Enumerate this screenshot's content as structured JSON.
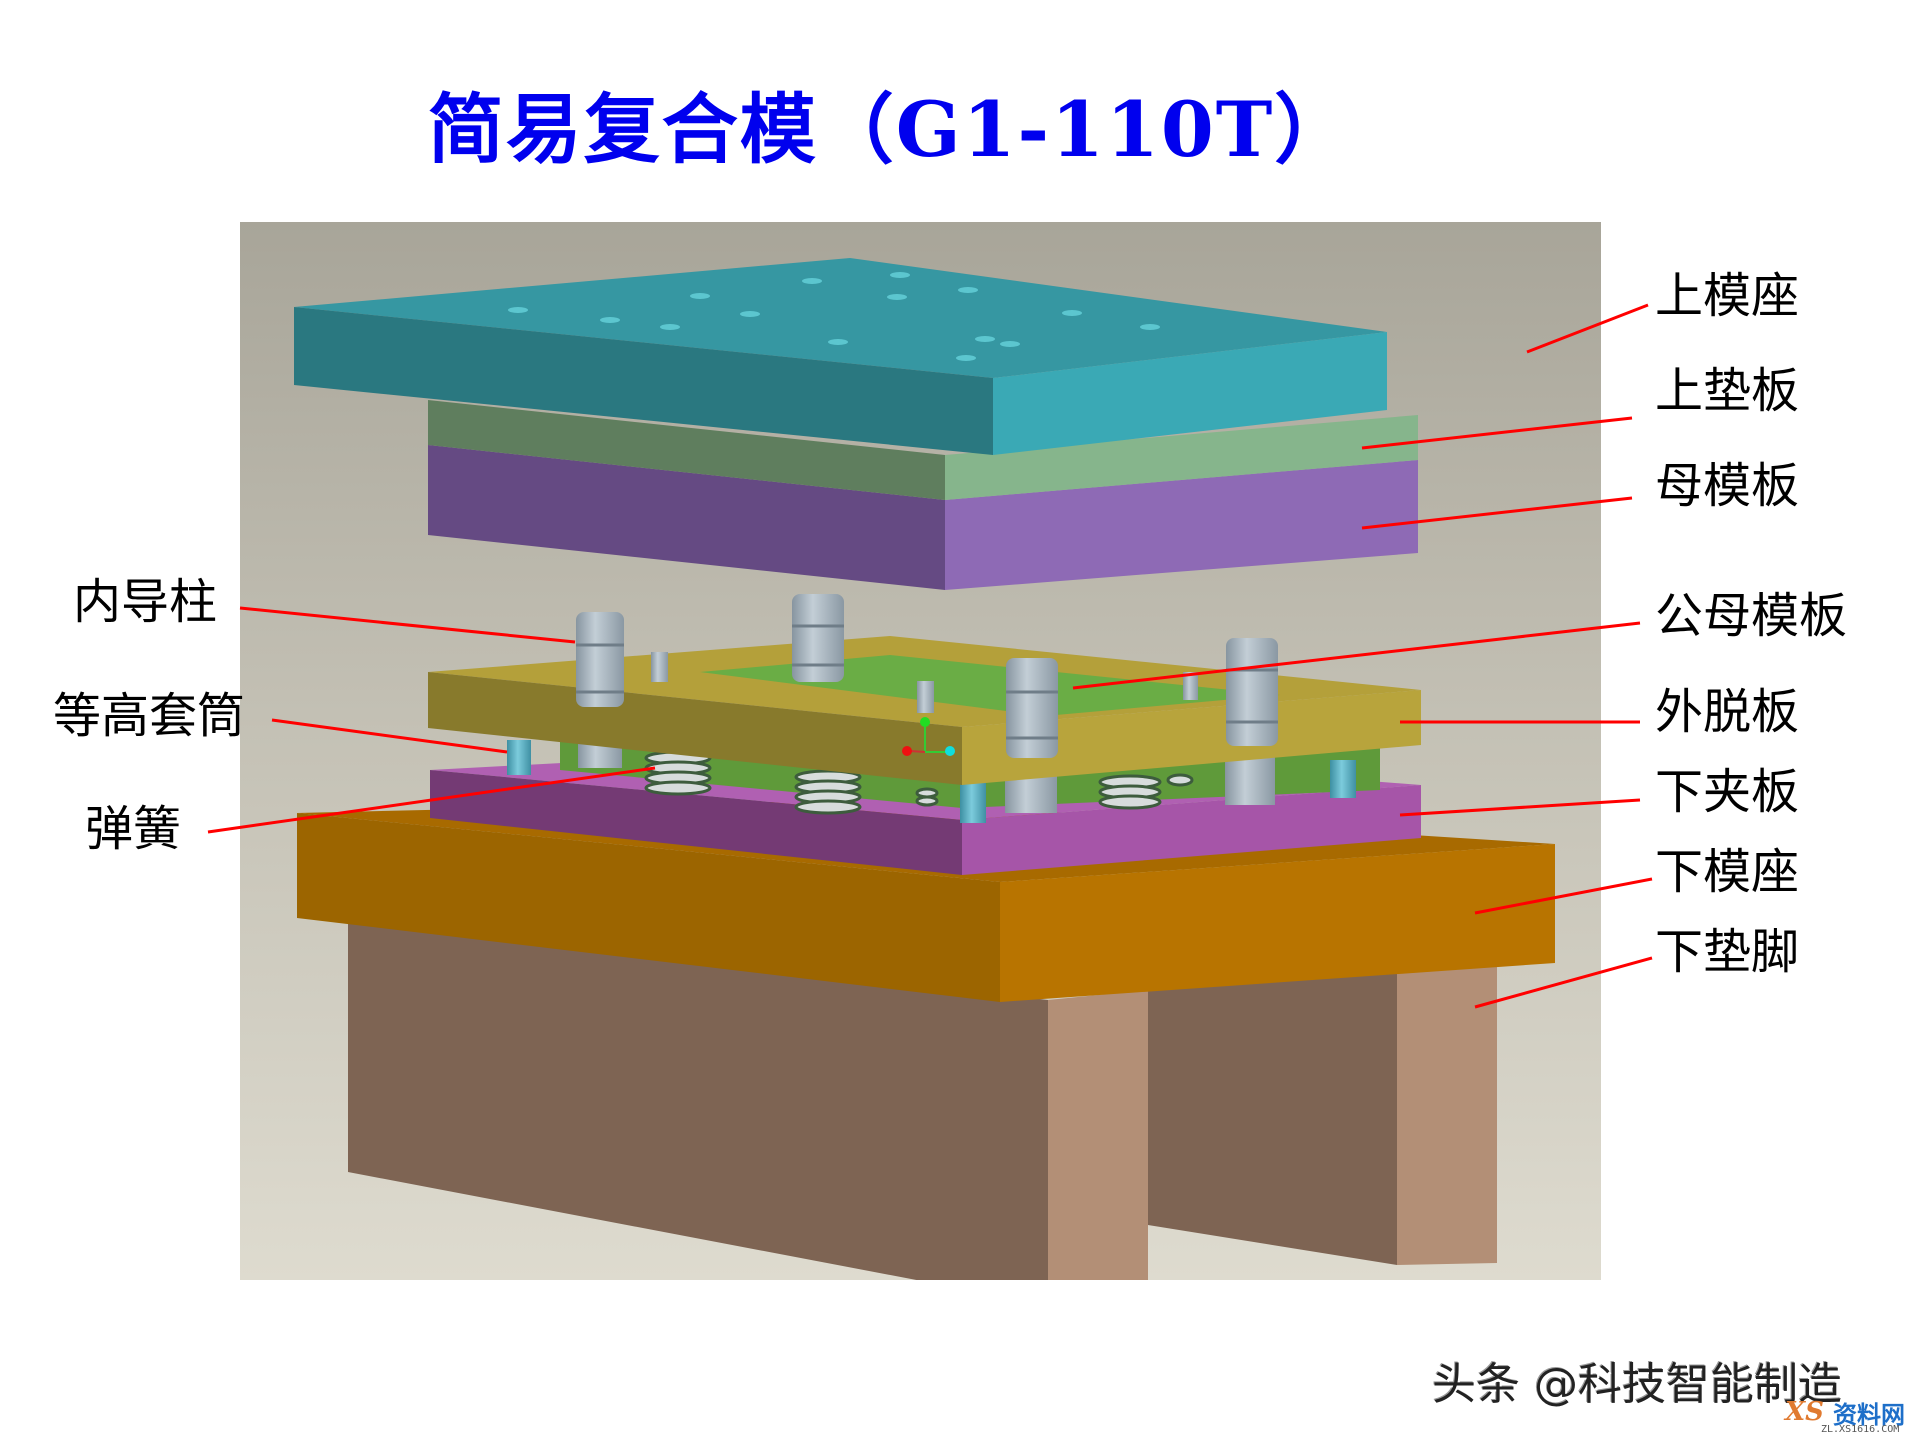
{
  "title": "简易复合模（G1-110T）",
  "labels": {
    "right": [
      {
        "text": "上模座",
        "part": "upper-die-seat"
      },
      {
        "text": "上垫板",
        "part": "upper-backing-plate"
      },
      {
        "text": "母模板",
        "part": "female-die-plate"
      },
      {
        "text": "公母模板",
        "part": "punch-die-plate"
      },
      {
        "text": "外脱板",
        "part": "outer-stripper-plate"
      },
      {
        "text": "下夹板",
        "part": "lower-clamp-plate"
      },
      {
        "text": "下模座",
        "part": "lower-die-seat"
      },
      {
        "text": "下垫脚",
        "part": "lower-support-feet"
      }
    ],
    "left": [
      {
        "text": "内导柱",
        "part": "inner-guide-pillar"
      },
      {
        "text": "等高套筒",
        "part": "equal-height-sleeve"
      },
      {
        "text": "弹簧",
        "part": "spring"
      }
    ]
  },
  "colors": {
    "title": "#0000ee",
    "leader_line": "#ff0000",
    "upper_die_seat": "#3aa9b5",
    "upper_backing_plate": "#86b58c",
    "female_die_plate": "#8e6ab5",
    "stripper_plate": "#b8a43c",
    "punch_die_plate": "#6aad45",
    "lower_clamp_plate": "#a655a8",
    "lower_die_seat": "#b87400",
    "support_feet": "#b38f76",
    "pillar": "#a9b6c0",
    "sleeve": "#5fb4c7"
  },
  "watermark": {
    "text": "头条 @科技智能制造",
    "logo_mark": "XS",
    "logo_name": "资料网",
    "logo_url": "ZL.XS1616.COM"
  }
}
